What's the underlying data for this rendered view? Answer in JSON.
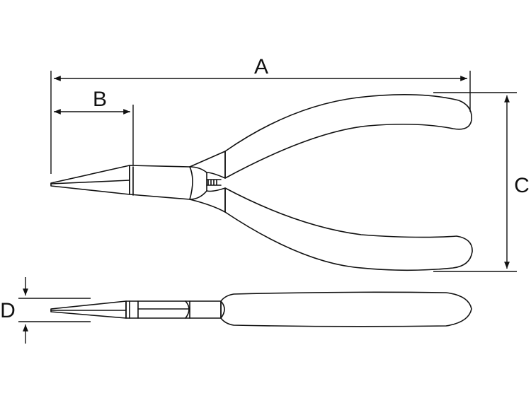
{
  "dimensions": {
    "a": "A",
    "b": "B",
    "c": "C",
    "d": "D"
  },
  "colors": {
    "line": "#111111",
    "background": "#ffffff"
  }
}
